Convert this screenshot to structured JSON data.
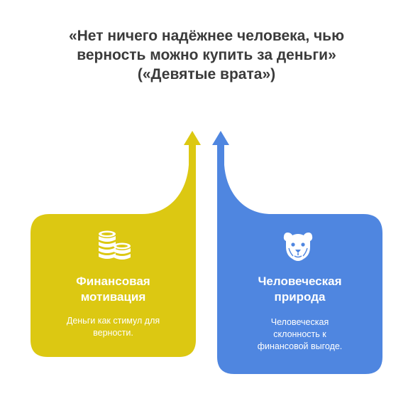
{
  "title": {
    "line1": "«Нет ничего надёжнее человека, чью",
    "line2": "верность можно купить за деньги»",
    "line3": "(«Девятые врата»)"
  },
  "cards": [
    {
      "id": "financial-motivation",
      "title_line1": "Финансовая",
      "title_line2": "мотивация",
      "desc_line1": "Деньги как стимул для",
      "desc_line2": "верности.",
      "icon": "coins-icon",
      "color": "#dcc812"
    },
    {
      "id": "human-nature",
      "title_line1": "Человеческая",
      "title_line2": "природа",
      "desc_line1": "Человеческая",
      "desc_line2": "склонность к",
      "desc_line3": "финансовой выгоде.",
      "icon": "lion-icon",
      "color": "#4f86e0"
    }
  ]
}
